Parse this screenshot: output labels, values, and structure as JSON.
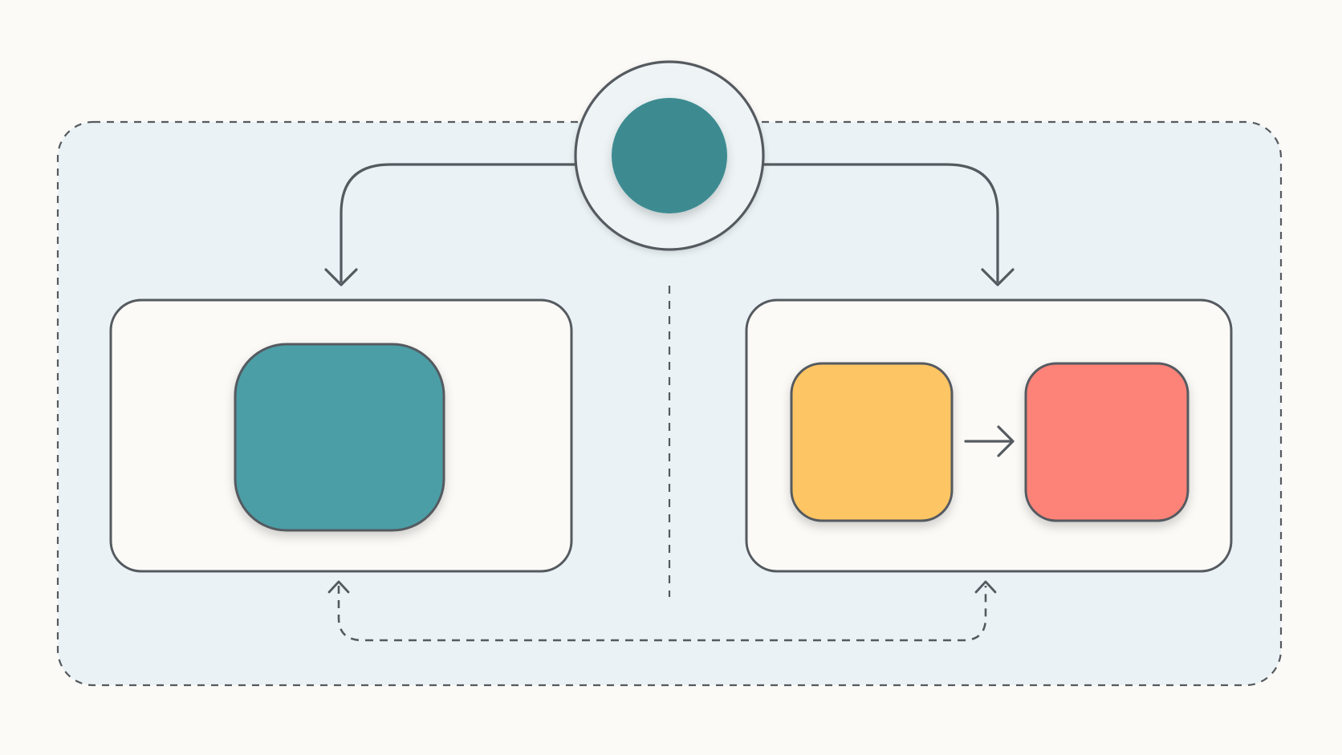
{
  "diagram": {
    "background": "#fcfaf6",
    "outer_container": {
      "fill": "#eaf2f5",
      "stroke": "#555a60",
      "style": "dashed"
    },
    "root_node": {
      "shape": "circle",
      "ring_fill": "#eef4f6",
      "fill": "#3d8b91",
      "label": ""
    },
    "left_group": {
      "fill": "#fcfaf6",
      "children": [
        {
          "id": "teal-block",
          "shape": "rounded-square",
          "fill": "#4b9ea6",
          "label": ""
        }
      ]
    },
    "right_group": {
      "fill": "#fcfaf6",
      "children": [
        {
          "id": "yellow-block",
          "shape": "rounded-square",
          "fill": "#fdc564",
          "label": ""
        },
        {
          "id": "coral-block",
          "shape": "rounded-square",
          "fill": "#fd8278",
          "label": ""
        }
      ]
    },
    "edges": [
      {
        "from": "root",
        "to": "left-group",
        "style": "solid",
        "arrow": "end"
      },
      {
        "from": "root",
        "to": "right-group",
        "style": "solid",
        "arrow": "end"
      },
      {
        "from": "yellow-block",
        "to": "coral-block",
        "style": "solid",
        "arrow": "end"
      },
      {
        "from": "left-group",
        "to": "right-group",
        "style": "dashed",
        "arrow": "both"
      }
    ],
    "divider": {
      "style": "dashed"
    },
    "shadow_color": "#000000"
  }
}
